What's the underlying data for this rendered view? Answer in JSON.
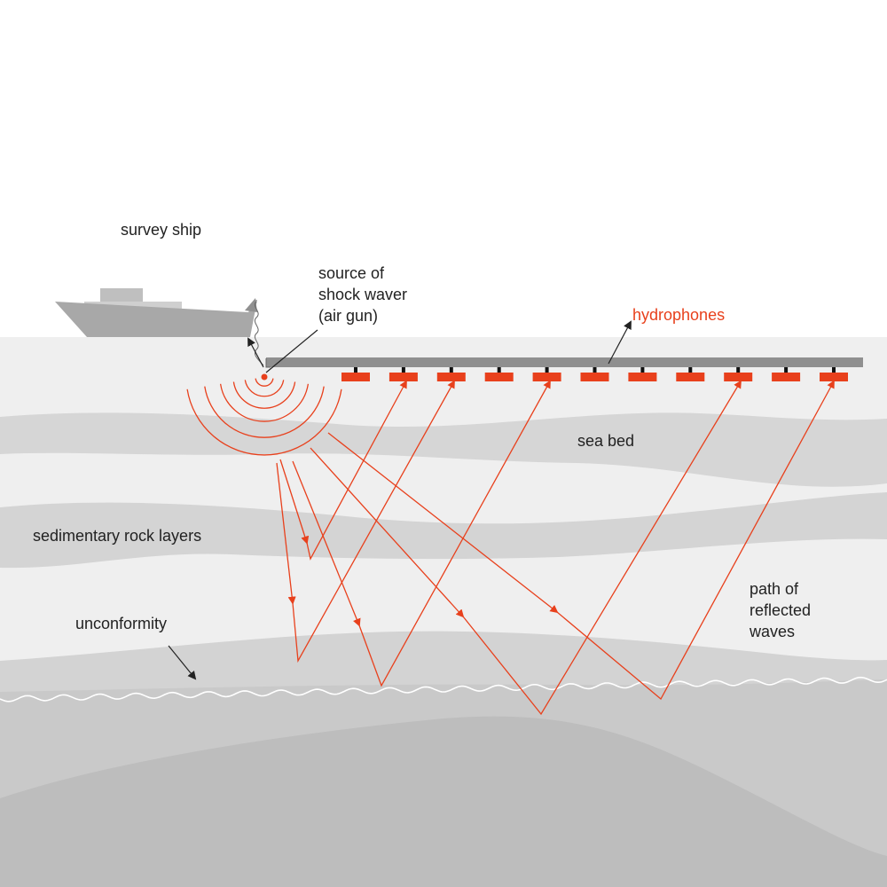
{
  "labels": {
    "survey_ship": "survey ship",
    "source_line1": "source of",
    "source_line2": "shock waver",
    "source_line3": "(air gun)",
    "hydrophones": "hydrophones",
    "sea_bed": "sea bed",
    "sedimentary": "sedimentary rock layers",
    "unconformity": "unconformity",
    "path_line1": "path of",
    "path_line2": "reflected",
    "path_line3": "waves"
  },
  "colors": {
    "accent": "#e8401c",
    "text": "#222222",
    "sea": "#efefef",
    "layer_light": "#d6d6d6",
    "layer_mid": "#c9c9c9",
    "layer_dark": "#bcbcbc",
    "ship": "#a8a8a8",
    "streamer": "#8f8f8f"
  },
  "hydrophone_count": 11
}
